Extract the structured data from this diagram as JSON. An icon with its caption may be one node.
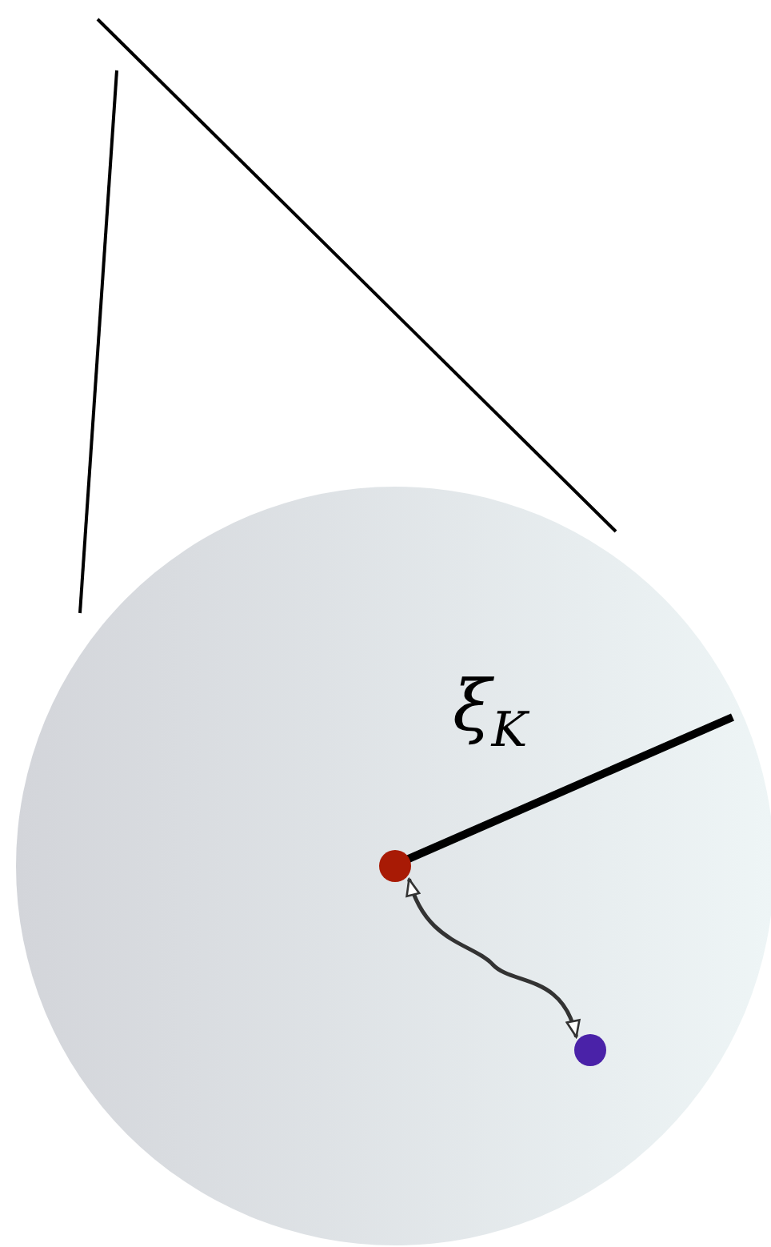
{
  "diagram": {
    "nodes": [
      {
        "text": [],
        "shape": "circle"
      },
      {
        "text": [],
        "shape": "circle",
        "in": 0
      },
      {
        "text": [],
        "shape": "circle",
        "in": 0
      }
    ],
    "edges": [
      {
        "from": 1,
        "to": 2,
        "arrow": "both"
      }
    ],
    "labels": [
      "ξ$_{K}$"
    ]
  }
}
